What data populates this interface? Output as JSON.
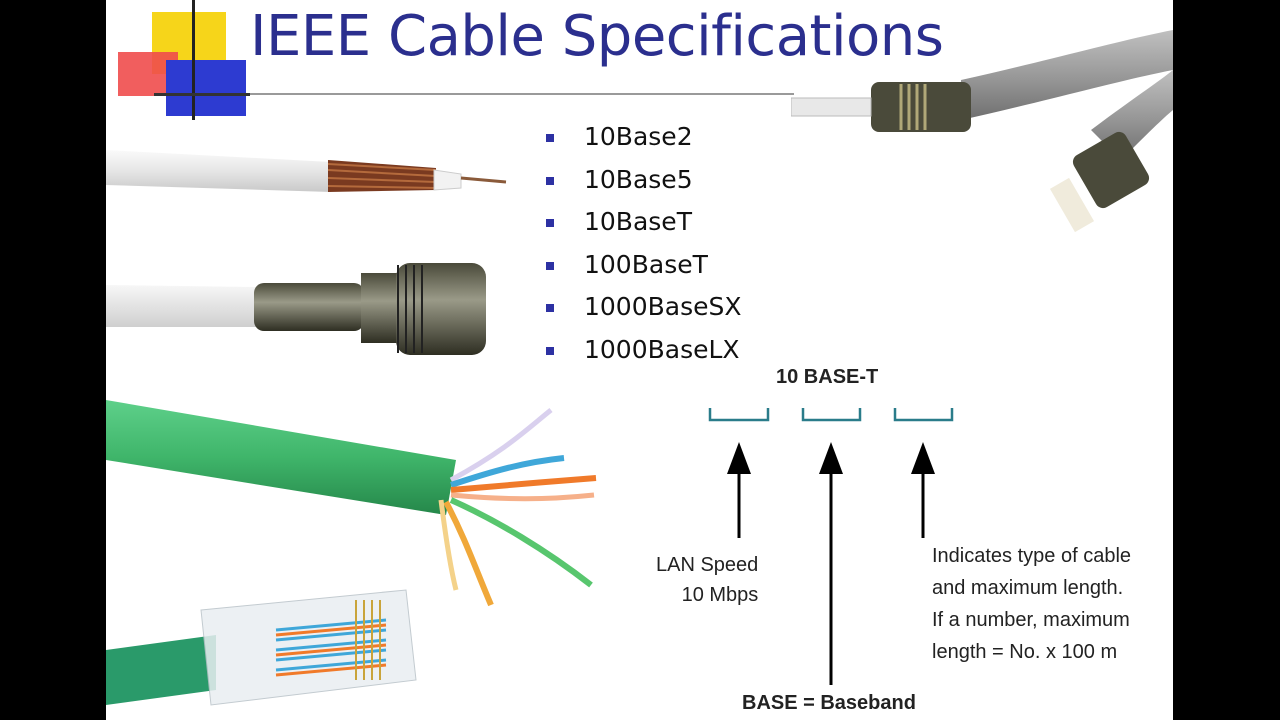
{
  "slide": {
    "title": "IEEE Cable Specifications",
    "bullets": [
      "10Base2",
      "10Base5",
      "10BaseT",
      "100BaseT",
      "1000BaseSX",
      "1000BaseLX"
    ]
  },
  "diagram": {
    "heading": "10 BASE-T",
    "speed_label": [
      "LAN Speed",
      "10 Mbps"
    ],
    "base_label": "BASE = Baseband",
    "type_label": [
      "Indicates type of cable",
      "and maximum length.",
      "If a number, maximum",
      "length = No. x 100 m"
    ]
  },
  "colors": {
    "title": "#2b2f8e",
    "bullet": "#2d31a3",
    "accent_yellow": "#f6d51a",
    "accent_red": "#ef4c4c",
    "accent_blue": "#2d3bd1",
    "bracket": "#2a7c8a",
    "cable_green": "#3fb56a"
  }
}
